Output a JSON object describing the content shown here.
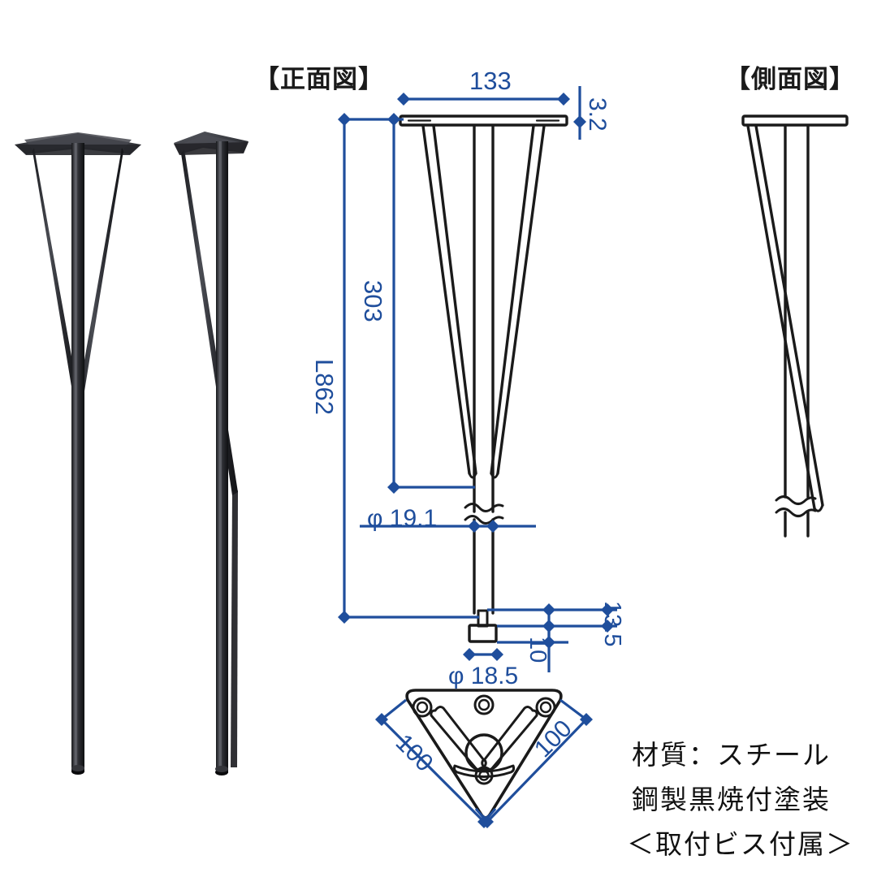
{
  "document": {
    "type": "product-dimension-drawing",
    "background_color": "#ffffff",
    "dimension_color": "#1f4e9c",
    "line_color": "#1a1a1a",
    "photo_color": "#2a2a2c"
  },
  "views": {
    "front": {
      "title": "【正面図】"
    },
    "side": {
      "title": "【側面図】"
    }
  },
  "dimensions": {
    "top_plate_width": "133",
    "top_plate_thickness": "3.2",
    "hairpin_length": "303",
    "overall_length": "L862",
    "post_diameter": "φ 19.1",
    "adjuster_height": "13.5",
    "adjuster_stem": "10",
    "adjuster_diameter": "φ 18.5",
    "plate_side_left": "100",
    "plate_side_right": "100"
  },
  "spec_notes": [
    "材質：スチール",
    "鋼製黒焼付塗装",
    "＜取付ビス付属＞"
  ],
  "photos": [
    {
      "alt_name": "table-leg-front-photo"
    },
    {
      "alt_name": "table-leg-angle-photo"
    }
  ]
}
